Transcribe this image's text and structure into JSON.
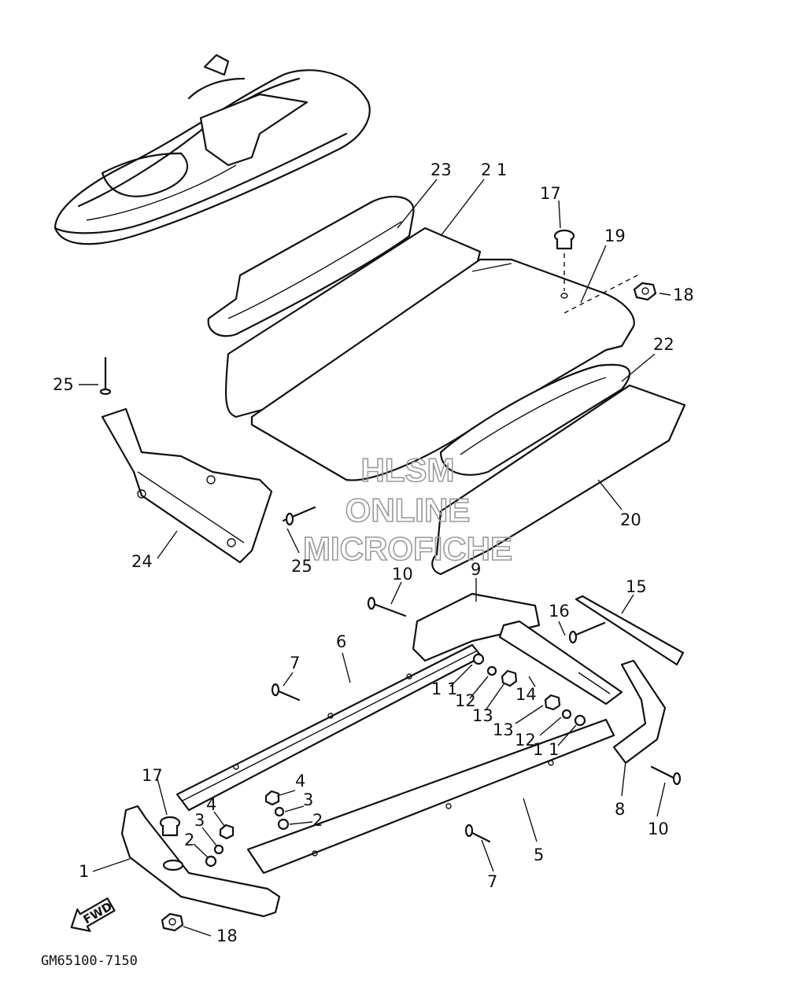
{
  "diagram": {
    "callouts": [
      {
        "id": "c23",
        "text": "23"
      },
      {
        "id": "c21",
        "text": "2 1"
      },
      {
        "id": "c17a",
        "text": "17"
      },
      {
        "id": "c19",
        "text": "19"
      },
      {
        "id": "c18a",
        "text": "18"
      },
      {
        "id": "c22",
        "text": "22"
      },
      {
        "id": "c25a",
        "text": "25"
      },
      {
        "id": "c24",
        "text": "24"
      },
      {
        "id": "c25b",
        "text": "25"
      },
      {
        "id": "c20",
        "text": "20"
      },
      {
        "id": "c10a",
        "text": "10"
      },
      {
        "id": "c9",
        "text": "9"
      },
      {
        "id": "c15",
        "text": "15"
      },
      {
        "id": "c16",
        "text": "16"
      },
      {
        "id": "c6",
        "text": "6"
      },
      {
        "id": "c7a",
        "text": "7"
      },
      {
        "id": "c11a",
        "text": "1 1"
      },
      {
        "id": "c12a",
        "text": "12"
      },
      {
        "id": "c13a",
        "text": "13"
      },
      {
        "id": "c14",
        "text": "14"
      },
      {
        "id": "c13b",
        "text": "13"
      },
      {
        "id": "c12b",
        "text": "12"
      },
      {
        "id": "c11b",
        "text": "1 1"
      },
      {
        "id": "c17b",
        "text": "17"
      },
      {
        "id": "c4a",
        "text": "4"
      },
      {
        "id": "c4b",
        "text": "4"
      },
      {
        "id": "c3a",
        "text": "3"
      },
      {
        "id": "c3b",
        "text": "3"
      },
      {
        "id": "c2a",
        "text": "2"
      },
      {
        "id": "c2b",
        "text": "2"
      },
      {
        "id": "c1",
        "text": "1"
      },
      {
        "id": "c8",
        "text": "8"
      },
      {
        "id": "c10b",
        "text": "10"
      },
      {
        "id": "c5",
        "text": "5"
      },
      {
        "id": "c7b",
        "text": "7"
      },
      {
        "id": "c18b",
        "text": "18"
      }
    ],
    "direction_label": "FWD",
    "diagram_code": "GM65100-7150",
    "watermark": {
      "line1": "HLSM",
      "line2": "ONLINE",
      "line3": "MICROFICHE"
    }
  }
}
